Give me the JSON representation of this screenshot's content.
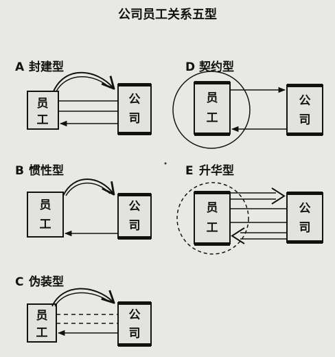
{
  "title": "公司员工关系五型",
  "employee_label": [
    "员",
    "工"
  ],
  "company_label": [
    "公",
    "司"
  ],
  "panels": {
    "A": {
      "letter": "A",
      "name": "封建型"
    },
    "B": {
      "letter": "B",
      "name": "惯性型"
    },
    "C": {
      "letter": "C",
      "name": "伪装型"
    },
    "D": {
      "letter": "D",
      "name": "契约型"
    },
    "E": {
      "letter": "E",
      "name": "升华型"
    }
  }
}
